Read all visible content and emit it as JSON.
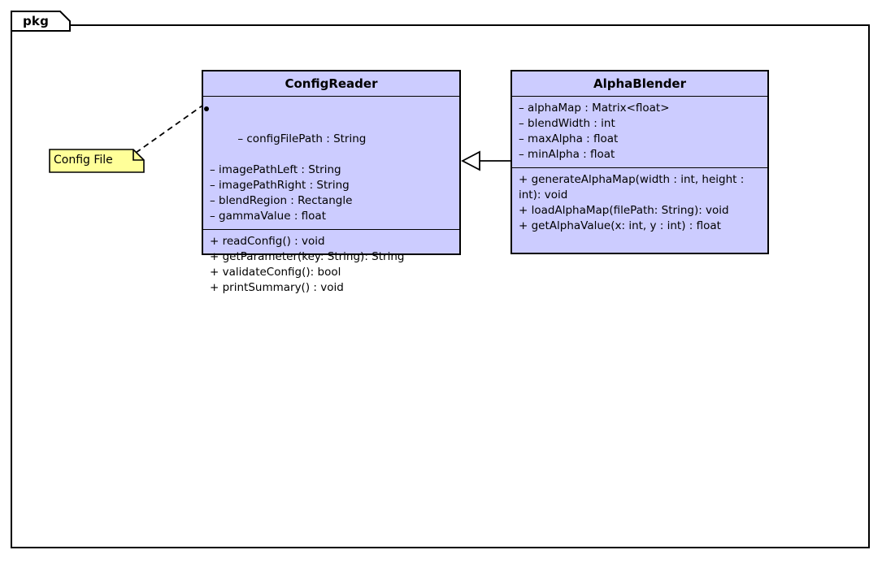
{
  "diagram": {
    "type": "uml-class-diagram",
    "package_label": "pkg",
    "colors": {
      "class_fill": "#ccccff",
      "note_fill": "#ffff99",
      "stroke": "#000000",
      "background": "#ffffff"
    }
  },
  "classes": [
    {
      "name": "ConfigReader",
      "attributes": [
        "– configFilePath : String",
        "– imagePathLeft : String",
        "– imagePathRight : String",
        "– blendRegion : Rectangle",
        "– gammaValue : float"
      ],
      "methods": [
        "+ readConfig() : void",
        "+ getParameter(key: String): String",
        "+ validateConfig(): bool",
        "+ printSummary() : void"
      ]
    },
    {
      "name": "AlphaBlender",
      "attributes": [
        "– alphaMap : Matrix<float>",
        "– blendWidth : int",
        "– maxAlpha : float",
        "– minAlpha : float"
      ],
      "methods": [
        "+ generateAlphaMap(width : int, height : int): void",
        "+ loadAlphaMap(filePath: String): void",
        "+ getAlphaValue(x: int, y : int) : float"
      ]
    }
  ],
  "notes": [
    {
      "text": "Config File",
      "attached_to": "ConfigReader.configFilePath"
    }
  ],
  "relationships": [
    {
      "type": "generalization",
      "source": "AlphaBlender",
      "target": "ConfigReader",
      "arrow": "hollow-triangle",
      "line": "solid"
    },
    {
      "type": "note-anchor",
      "source": "Config File",
      "target": "ConfigReader.configFilePath",
      "line": "dashed"
    }
  ]
}
